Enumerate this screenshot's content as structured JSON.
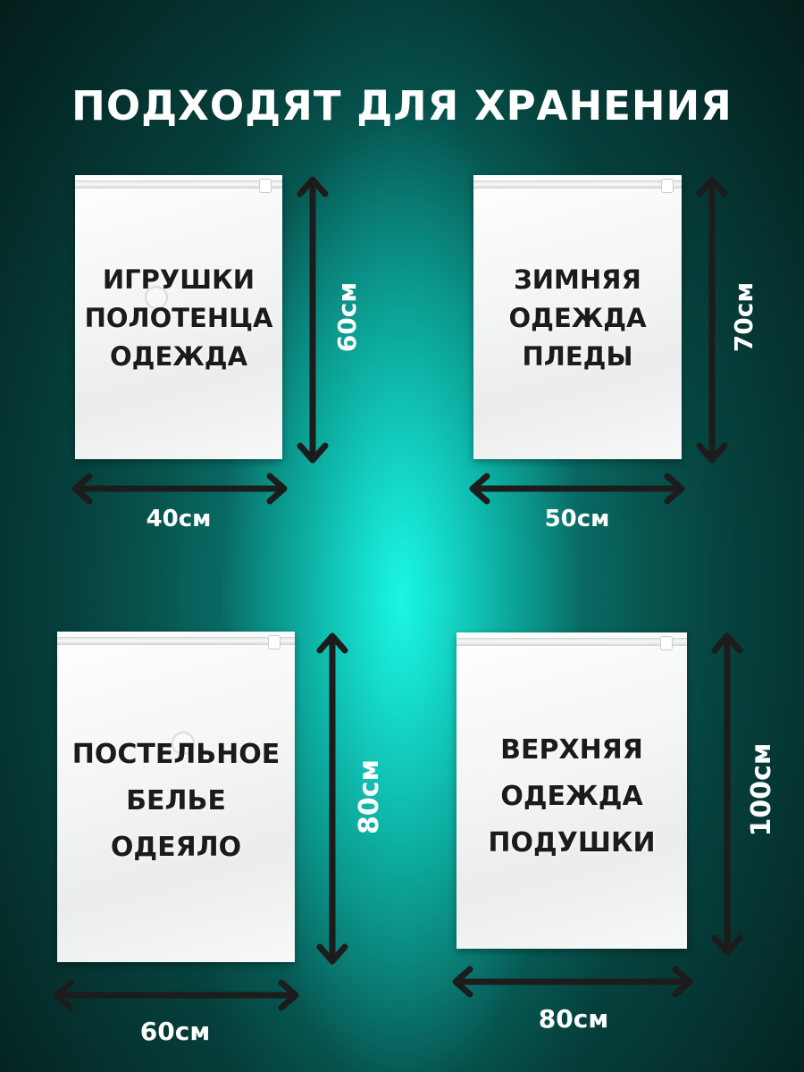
{
  "title": "ПОДХОДЯТ ДЛЯ ХРАНЕНИЯ",
  "colors": {
    "arrow": "#1c1c1c",
    "text_dark": "#1b1b1b",
    "text_light": "#ffffff",
    "glow": "#1cfce8"
  },
  "bags": [
    {
      "lines": [
        "ИГРУШКИ",
        "ПОЛОТЕНЦА",
        "ОДЕЖДА"
      ],
      "width_label": "40см",
      "height_label": "60см"
    },
    {
      "lines": [
        "ЗИМНЯЯ",
        "ОДЕЖДА",
        "ПЛЕДЫ"
      ],
      "width_label": "50см",
      "height_label": "70см"
    },
    {
      "lines": [
        "ПОСТЕЛЬНОЕ",
        "БЕЛЬЕ",
        "ОДЕЯЛО"
      ],
      "width_label": "60см",
      "height_label": "80см"
    },
    {
      "lines": [
        "ВЕРХНЯЯ",
        "ОДЕЖДА",
        "ПОДУШКИ"
      ],
      "width_label": "80см",
      "height_label": "100см"
    }
  ]
}
